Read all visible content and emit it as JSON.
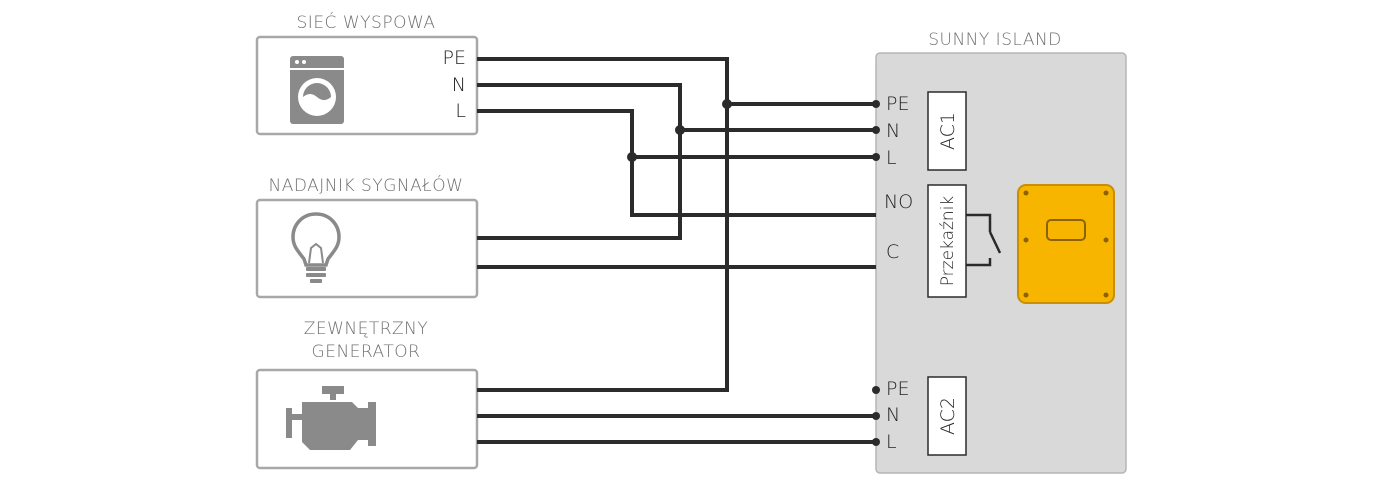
{
  "title": "Island grid with signal generator and external generator connected to Sunny Island",
  "colors": {
    "wire": "#2b2b2b",
    "box_border": "#a8a8a8",
    "sunny_island_fill": "#d9d9d9",
    "device_yellow": "#f7b500",
    "icon_gray": "#8a8a8a",
    "caption_text": "#6f6f6f"
  },
  "blocks": {
    "island_grid": {
      "caption": "SIEĆ WYSPOWA",
      "icon": "washing-machine-icon",
      "terminals": [
        "PE",
        "N",
        "L"
      ]
    },
    "signal_generator": {
      "caption": "NADAJNIK SYGNAŁÓW",
      "icon": "light-bulb-icon"
    },
    "external_generator": {
      "caption_line1": "ZEWNĘTRZNY",
      "caption_line2": "GENERATOR",
      "icon": "engine-icon"
    },
    "sunny_island": {
      "caption": "SUNNY ISLAND",
      "icon": "inverter-device-icon",
      "ac1": {
        "label": "AC1",
        "terminals": [
          "PE",
          "N",
          "L"
        ]
      },
      "relay": {
        "label": "Przekaźnik",
        "terminals": [
          "NO",
          "C"
        ]
      },
      "ac2": {
        "label": "AC2",
        "terminals": [
          "PE",
          "N",
          "L"
        ]
      }
    }
  }
}
